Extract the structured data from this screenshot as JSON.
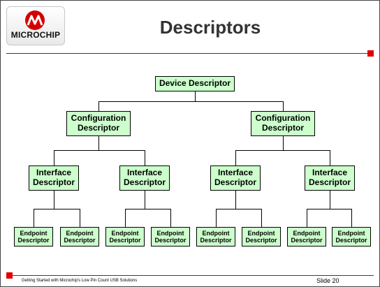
{
  "header": {
    "logo_text": "MICROCHIP",
    "title": "Descriptors"
  },
  "tree": {
    "device": "Device Descriptor",
    "configurations": [
      {
        "label": [
          "Configuration",
          "Descriptor"
        ],
        "interfaces": [
          {
            "label": [
              "Interface",
              "Descriptor"
            ],
            "endpoints": [
              [
                "Endpoint",
                "Descriptor"
              ],
              [
                "Endpoint",
                "Descriptor"
              ]
            ]
          },
          {
            "label": [
              "Interface",
              "Descriptor"
            ],
            "endpoints": [
              [
                "Endpoint",
                "Descriptor"
              ],
              [
                "Endpoint",
                "Descriptor"
              ]
            ]
          }
        ]
      },
      {
        "label": [
          "Configuration",
          "Descriptor"
        ],
        "interfaces": [
          {
            "label": [
              "Interface",
              "Descriptor"
            ],
            "endpoints": [
              [
                "Endpoint",
                "Descriptor"
              ],
              [
                "Endpoint",
                "Descriptor"
              ]
            ]
          },
          {
            "label": [
              "Interface",
              "Descriptor"
            ],
            "endpoints": [
              [
                "Endpoint",
                "Descriptor"
              ],
              [
                "Endpoint",
                "Descriptor"
              ]
            ]
          }
        ]
      }
    ]
  },
  "footer": {
    "caption": "Getting Started with Microchip's Low Pin Count USB Solutions",
    "slide": "Slide 20"
  },
  "colors": {
    "accent": "#e00000",
    "box_fill": "#ccffcc",
    "title_text": "#333333"
  }
}
